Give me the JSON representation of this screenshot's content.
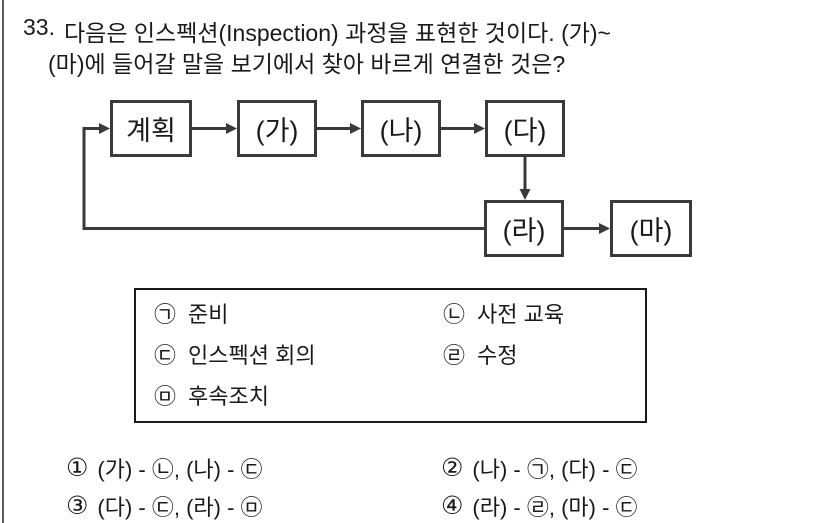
{
  "question": {
    "number": "33.",
    "line1": "다음은 인스펙션(Inspection) 과정을 표현한 것이다. (가)~",
    "line2": "(마)에 들어갈 말을 보기에서 찾아 바르게 연결한 것은?"
  },
  "flowchart": {
    "boxes": [
      {
        "id": "plan",
        "label": "계획"
      },
      {
        "id": "ga",
        "label": "(가)"
      },
      {
        "id": "na",
        "label": "(나)"
      },
      {
        "id": "da",
        "label": "(다)"
      },
      {
        "id": "ra",
        "label": "(라)"
      },
      {
        "id": "ma",
        "label": "(마)"
      }
    ],
    "flow_note": "계획→(가)→(나)→(다)→(라)→(마), (라) loops back to 계획"
  },
  "options_box": {
    "items": [
      {
        "marker": "㉠",
        "label": "준비"
      },
      {
        "marker": "㉡",
        "label": "사전 교육"
      },
      {
        "marker": "㉢",
        "label": "인스펙션 회의"
      },
      {
        "marker": "㉣",
        "label": "수정"
      },
      {
        "marker": "㉤",
        "label": "후속조치"
      }
    ]
  },
  "choices": [
    {
      "number": "①",
      "text": "(가) - ㉡, (나) - ㉢"
    },
    {
      "number": "②",
      "text": "(나) - ㉠, (다) - ㉢"
    },
    {
      "number": "③",
      "text": "(다) - ㉢, (라) - ㉤"
    },
    {
      "number": "④",
      "text": "(라) - ㉣, (마) - ㉢"
    }
  ],
  "colors": {
    "background": "#ffffff",
    "text": "#1a1a1a",
    "line": "#3a3a3a",
    "page_border": "#5a5a5a"
  }
}
